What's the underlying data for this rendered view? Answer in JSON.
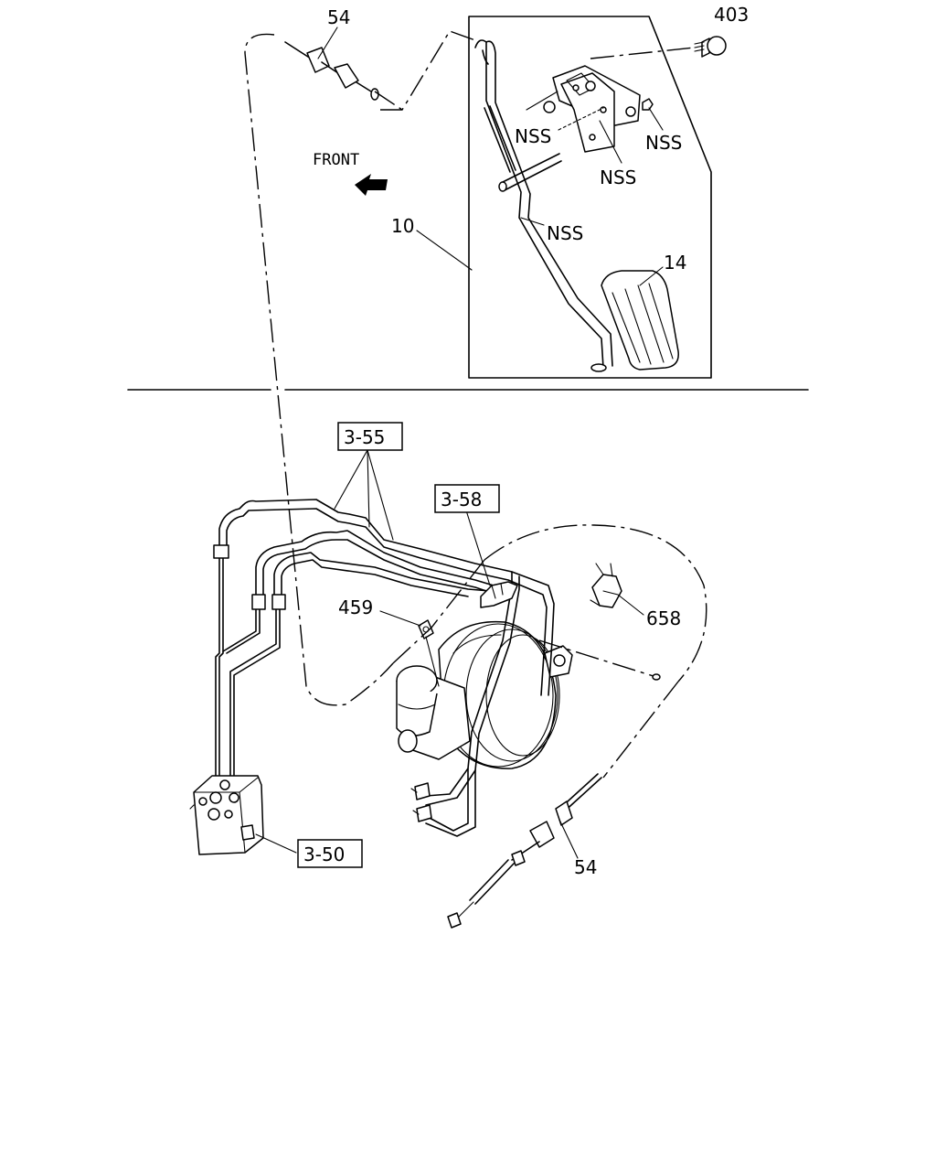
{
  "diagram": {
    "front_label": "FRONT",
    "callouts": {
      "c54_top": "54",
      "c403": "403",
      "nss_1": "NSS",
      "nss_2": "NSS",
      "nss_3": "NSS",
      "nss_4": "NSS",
      "c10": "10",
      "c14": "14",
      "c459": "459",
      "c658": "658",
      "c54_bottom": "54"
    },
    "section_refs": {
      "r3_55": "3-55",
      "r3_58": "3-58",
      "r3_50": "3-50"
    }
  }
}
